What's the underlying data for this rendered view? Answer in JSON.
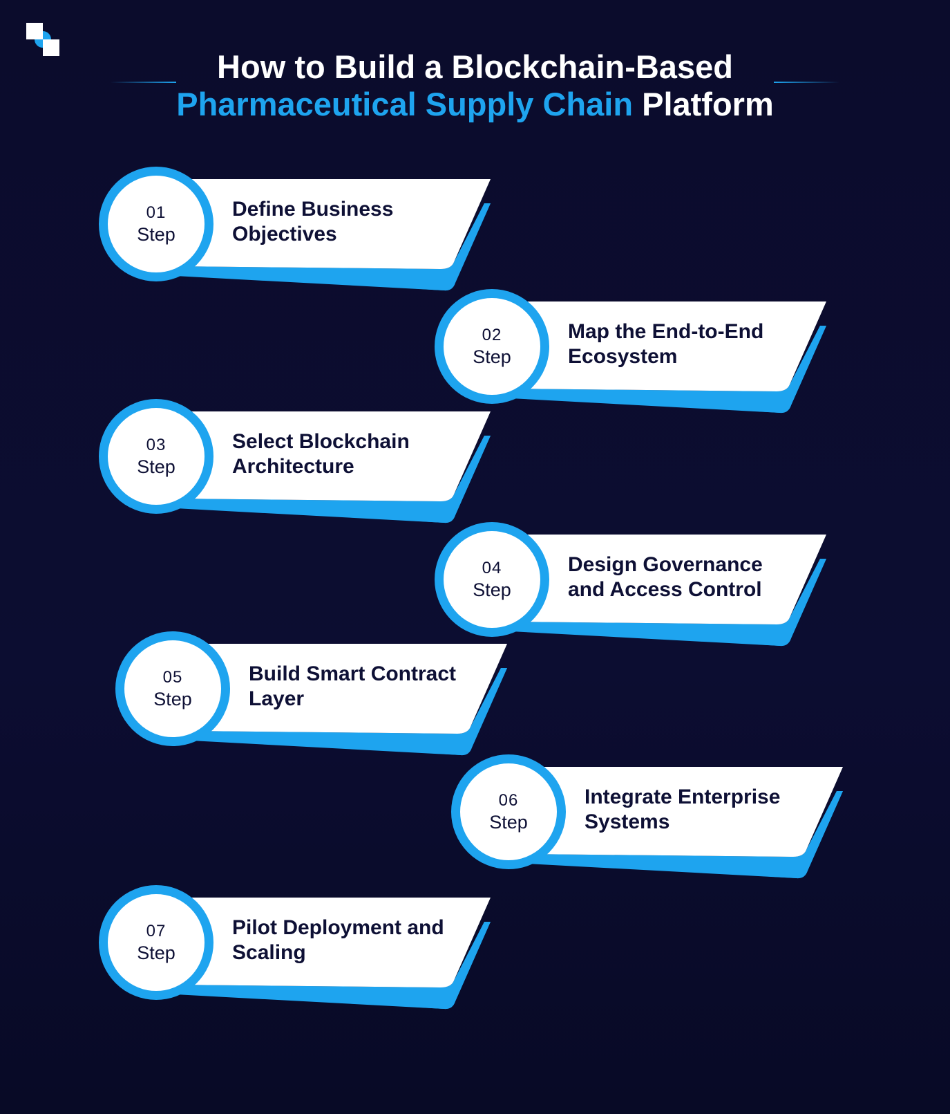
{
  "header": {
    "title_line1": "How to Build a Blockchain-Based",
    "title_accent": "Pharmaceutical Supply Chain",
    "title_tail": "Platform"
  },
  "colors": {
    "background": "#0b0c2c",
    "accent": "#1ea4ef",
    "card": "#ffffff",
    "text_dark": "#0e1035"
  },
  "icons": {
    "logo": "brand-logo-icon"
  },
  "steps": [
    {
      "number": "01",
      "label": "Step",
      "title": "Define Business Objectives"
    },
    {
      "number": "02",
      "label": "Step",
      "title": "Map the End-to-End Ecosystem"
    },
    {
      "number": "03",
      "label": "Step",
      "title": "Select Blockchain Architecture"
    },
    {
      "number": "04",
      "label": "Step",
      "title": "Design Governance and Access Control"
    },
    {
      "number": "05",
      "label": "Step",
      "title": "Build Smart Contract Layer"
    },
    {
      "number": "06",
      "label": "Step",
      "title": "Integrate Enterprise Systems"
    },
    {
      "number": "07",
      "label": "Step",
      "title": "Pilot Deployment and Scaling"
    }
  ]
}
